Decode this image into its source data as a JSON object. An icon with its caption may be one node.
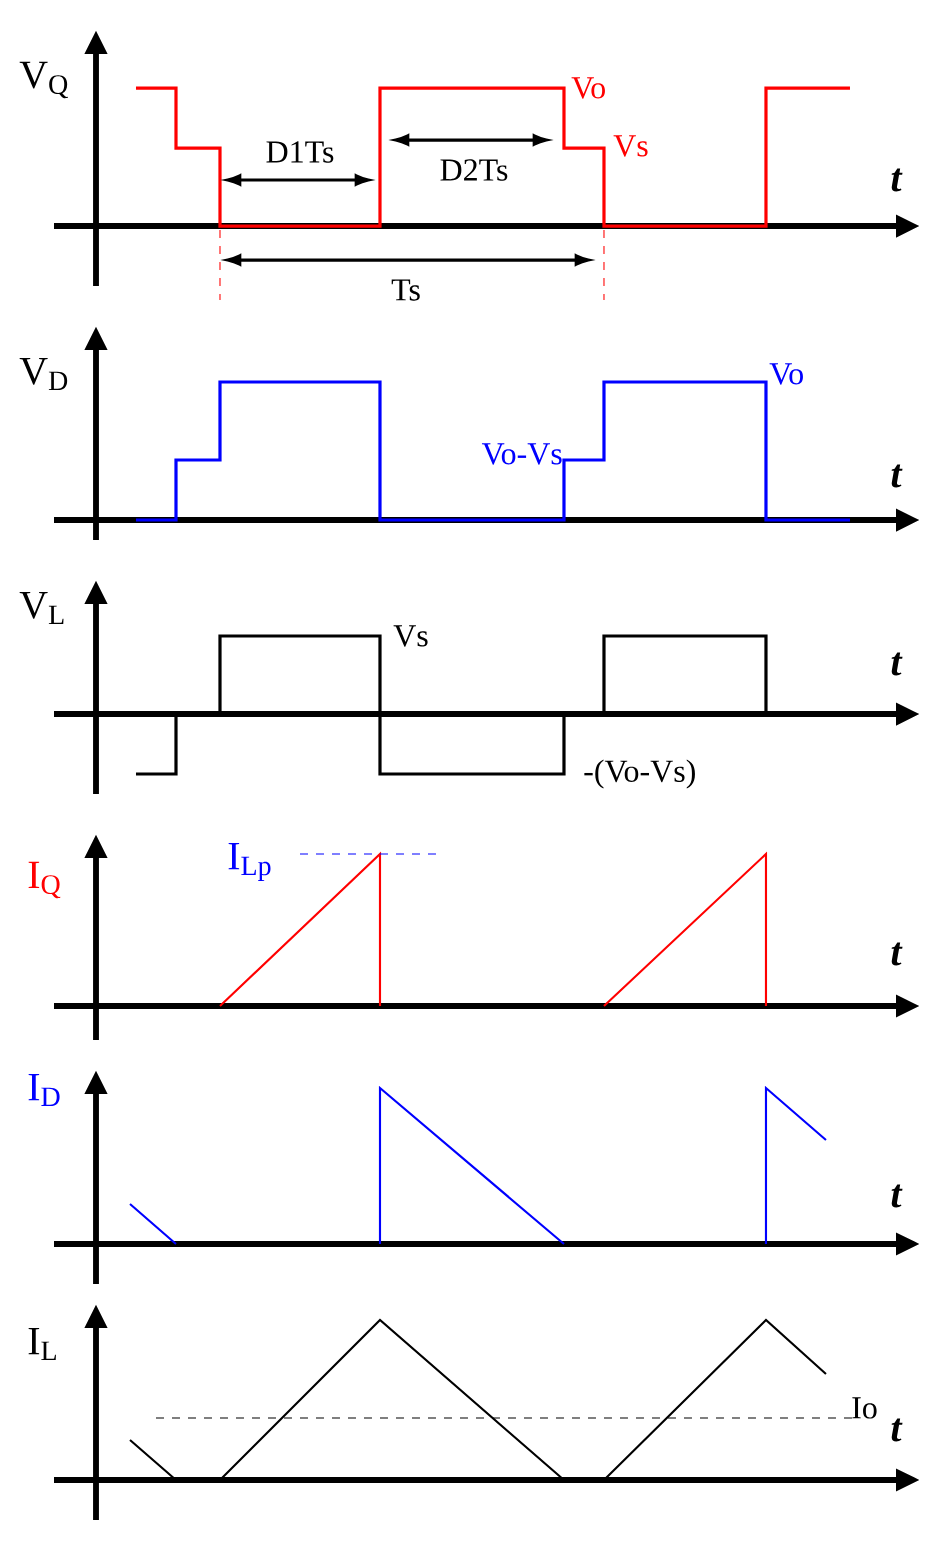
{
  "diagram": {
    "labels": [
      "V$_{Q}$",
      "Vo",
      "D1Ts",
      "D2Ts",
      "Vs",
      "t",
      "Ts",
      "V$_{D}$",
      "Vo",
      "Vo-Vs",
      "t",
      "V$_{L}$",
      "Vs",
      "t",
      "-(Vo-Vs)",
      "I$_{Lp}$",
      "I$_{Q}$",
      "t",
      "I$_{D}$",
      "t",
      "I$_{L}$",
      "Io",
      "t"
    ]
  }
}
